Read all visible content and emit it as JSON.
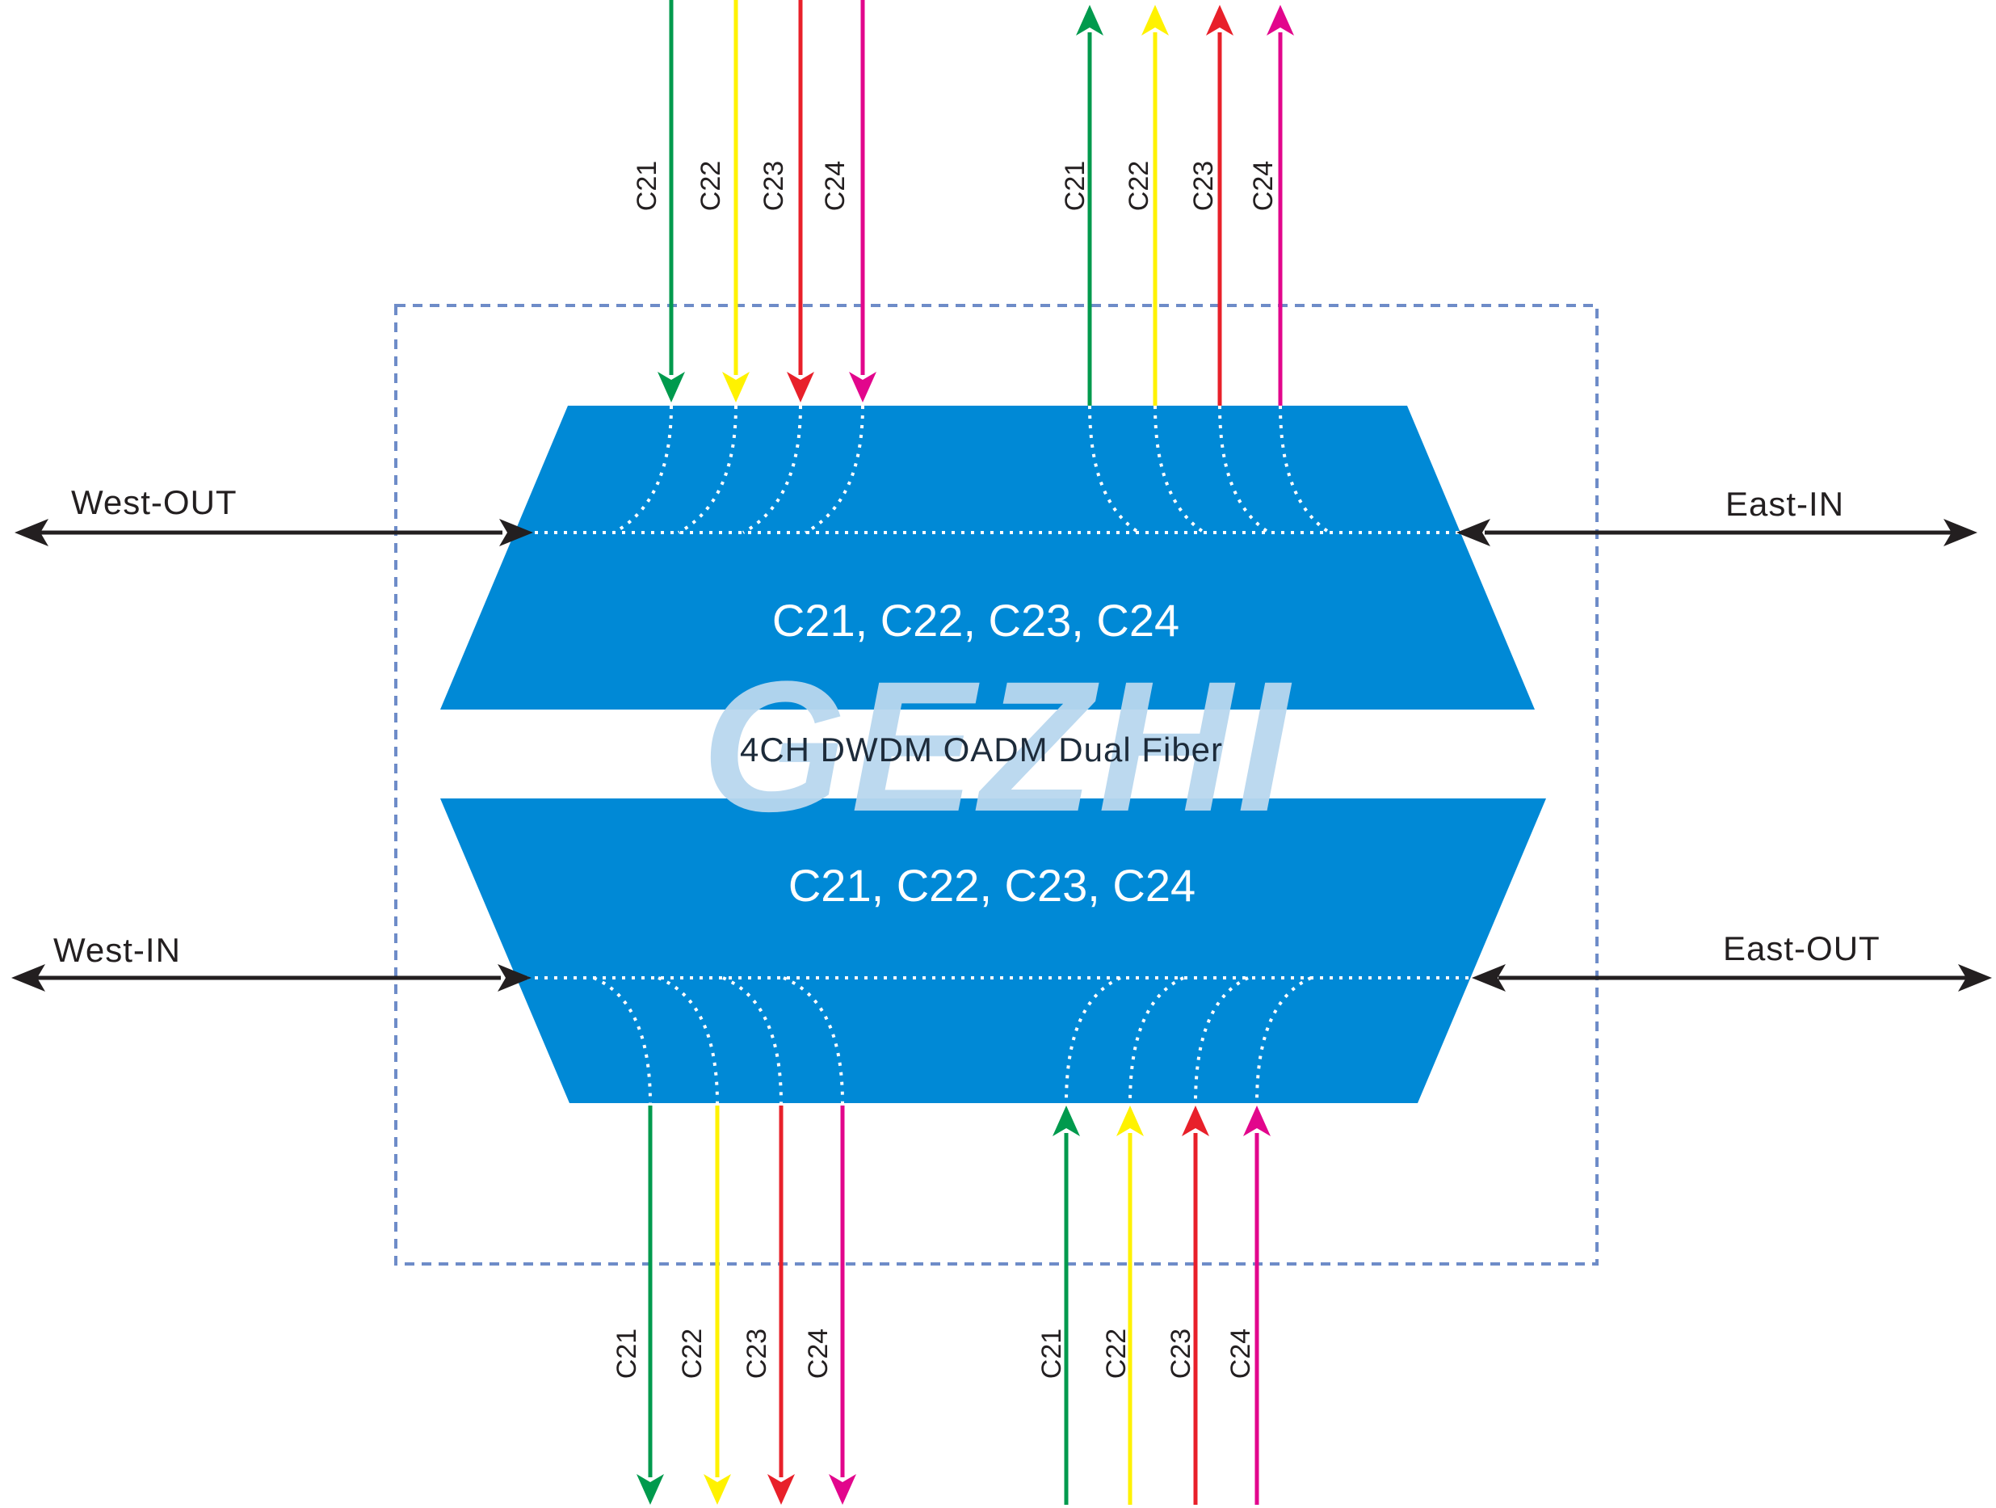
{
  "title": "4CH DWDM OADM Dual Fiber",
  "watermark": "GEZHI",
  "band_upper": "C21, C22, C23, C24",
  "band_lower": "C21, C22, C23, C24",
  "ports": {
    "west_out": "West-OUT",
    "east_in": "East-IN",
    "west_in": "West-IN",
    "east_out": "East-OUT"
  },
  "channels": [
    {
      "name": "C21",
      "color": "#009a4d"
    },
    {
      "name": "C22",
      "color": "#fff200"
    },
    {
      "name": "C23",
      "color": "#e8202a"
    },
    {
      "name": "C24",
      "color": "#e2068c"
    }
  ],
  "colors": {
    "band": "#0089d6",
    "dashed_border": "#6e8cc8",
    "port_arrow": "#231f20",
    "watermark": "#b9d7ef"
  }
}
